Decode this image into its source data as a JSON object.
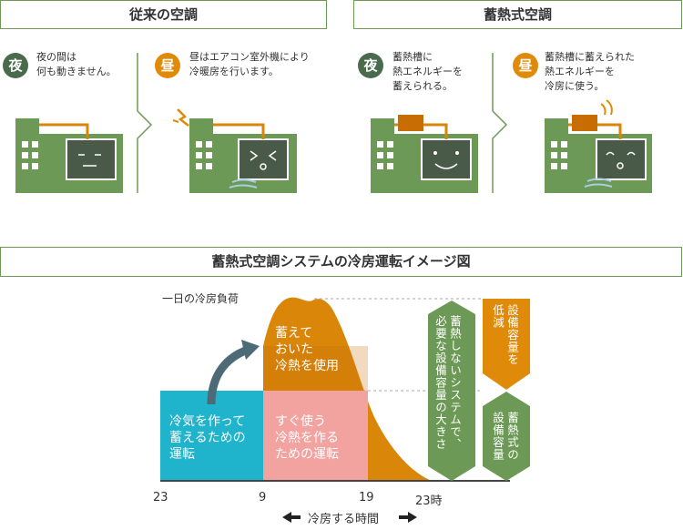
{
  "conventional": {
    "title": "従来の空調",
    "night_badge": "夜",
    "night_text": "夜の間は\n何も動きません。",
    "day_badge": "昼",
    "day_text": "昼はエアコン室外機により\n冷暖房を行います。"
  },
  "thermal": {
    "title": "蓄熱式空調",
    "night_badge": "夜",
    "night_text": "蓄熱槽に\n熱エネルギーを\n蓄えられる。",
    "day_badge": "昼",
    "day_text": "蓄熱槽に蓄えられた\n熱エネルギーを\n冷房に使う。"
  },
  "chart": {
    "title": "蓄熱式空調システムの冷房運転イメージ図",
    "load_label": "一日の冷房負荷",
    "block_store": "冷気を作って\n蓄えるための\n運転",
    "block_immediate": "すぐ使う\n冷熱を作る\nための運転",
    "block_use": "蓄えて\nおいた\n冷熱を使用",
    "arrow_no_storage": "蓄熱しないシステムで、\n必要な設備容量の大きさ",
    "arrow_reduce": "設備容量を\n低減",
    "arrow_thermal": "蓄熱式の\n設備容量",
    "ticks": [
      "23",
      "9",
      "19",
      "23時"
    ],
    "time_axis_label": "冷房する時間",
    "colors": {
      "store": "#1fb3cc",
      "immediate": "#f2a3a0",
      "use": "#d77a06",
      "load": "#d98609",
      "green": "#6c9a56",
      "orange": "#e08a0a",
      "night": "#4a6a4c"
    }
  },
  "chart_data": {
    "type": "area",
    "title": "蓄熱式空調システムの冷房運転イメージ図",
    "xlabel": "冷房する時間",
    "ylabel": "一日の冷房負荷",
    "x_ticks": [
      "23",
      "9",
      "19",
      "23時"
    ]
  }
}
